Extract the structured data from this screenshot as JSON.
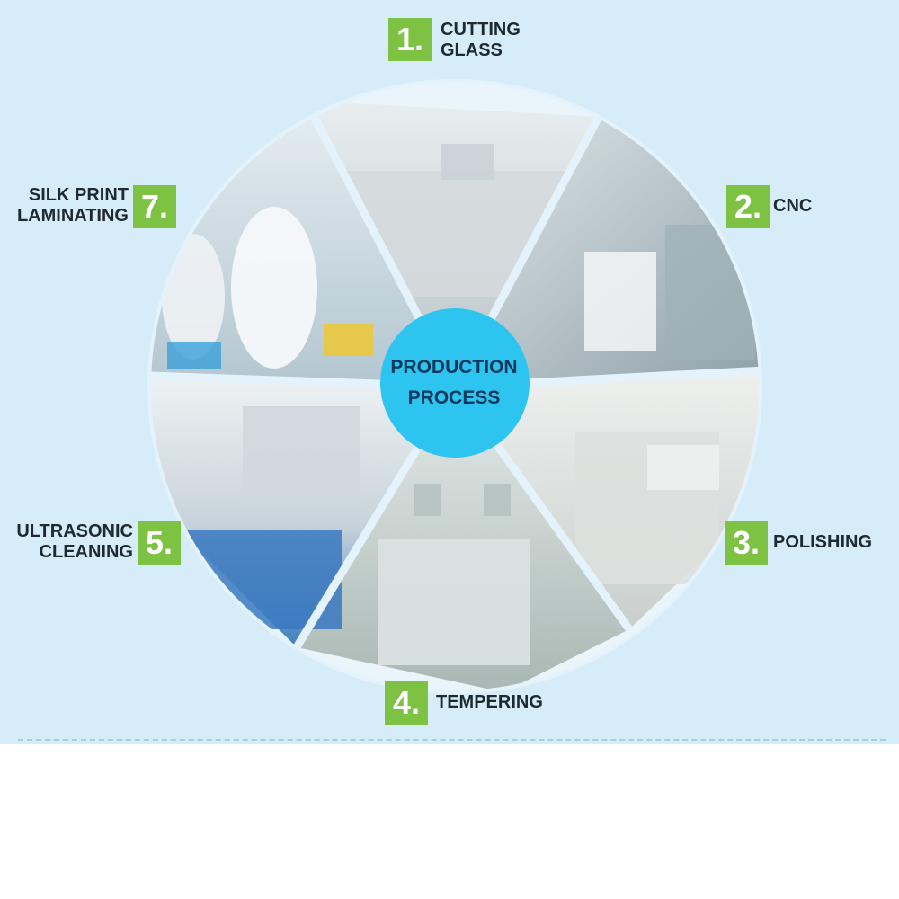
{
  "center": {
    "line1": "PRODUCTION",
    "line2": "PROCESS"
  },
  "steps": [
    {
      "number": "1.",
      "line1": "CUTTING",
      "line2": "GLASS"
    },
    {
      "number": "2.",
      "line1": "CNC",
      "line2": ""
    },
    {
      "number": "3.",
      "line1": "POLISHING",
      "line2": ""
    },
    {
      "number": "4.",
      "line1": "TEMPERING",
      "line2": ""
    },
    {
      "number": "5.",
      "line1": "ULTRASONIC",
      "line2": "CLEANING"
    },
    {
      "number": "7.",
      "line1": "SILK PRINT",
      "line2": "LAMINATING"
    }
  ],
  "colors": {
    "panel_background": "#d6ecf8",
    "badge_green": "#7dc242",
    "center_circle": "#2ec4f0",
    "label_text": "#1f2a30"
  }
}
